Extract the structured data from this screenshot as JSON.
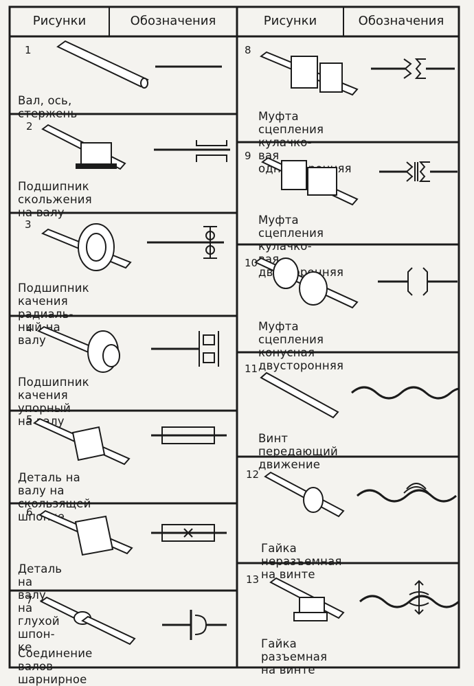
{
  "header": {
    "col1": "Рисунки",
    "col2": "Обозначения",
    "col3": "Рисунки",
    "col4": "Обозначения"
  },
  "items": [
    {
      "num": "1",
      "caption": "Вал, ось, стержень",
      "symbol_icon": "shaft-symbol"
    },
    {
      "num": "2",
      "caption": "Подшипник скольжения\nна валу",
      "symbol_icon": "plain-bearing-symbol"
    },
    {
      "num": "3",
      "caption": "Подшипник качения радиаль-\nный на валу",
      "symbol_icon": "radial-rolling-bearing-symbol"
    },
    {
      "num": "4",
      "caption": "Подшипник качения упорный\nна валу",
      "symbol_icon": "thrust-rolling-bearing-symbol"
    },
    {
      "num": "5",
      "caption": "Деталь на валу на скользящей\nшпонке",
      "symbol_icon": "sliding-key-symbol"
    },
    {
      "num": "6",
      "caption": "Деталь на валу на глухой шпон-\nке",
      "symbol_icon": "fixed-key-symbol"
    },
    {
      "num": "7",
      "caption": "Соединение валов шарнирное",
      "symbol_icon": "hinge-coupling-symbol"
    },
    {
      "num": "8",
      "caption": "Муфта сцепления кулачко-\nвая односторонняя",
      "symbol_icon": "one-way-jaw-clutch-symbol"
    },
    {
      "num": "9",
      "caption": "Муфта сцепления кулачко-\nвая двусторонняя",
      "symbol_icon": "two-way-jaw-clutch-symbol"
    },
    {
      "num": "10",
      "caption": "Муфта сцепления конусная\nдвусторонняя",
      "symbol_icon": "cone-clutch-symbol"
    },
    {
      "num": "11",
      "caption": "Винт передающий движение",
      "symbol_icon": "lead-screw-symbol"
    },
    {
      "num": "12",
      "caption": "Гайка неразъемная на винте",
      "symbol_icon": "solid-nut-symbol"
    },
    {
      "num": "13",
      "caption": "Гайка разъемная на винте",
      "symbol_icon": "split-nut-symbol"
    }
  ]
}
